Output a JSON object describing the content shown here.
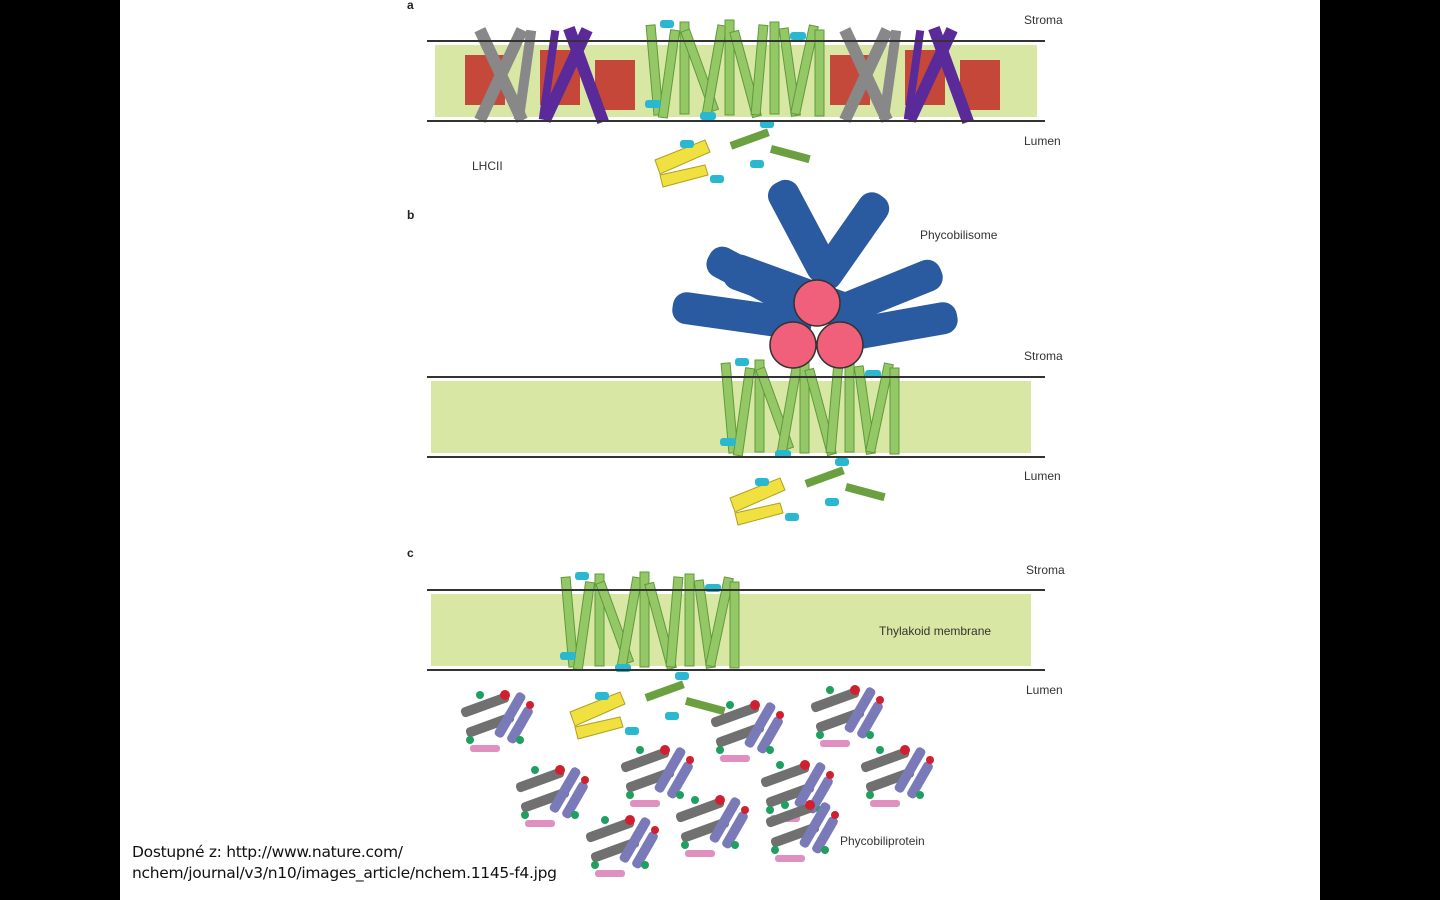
{
  "figure": {
    "panel_a": {
      "letter": "a",
      "stroma": "Stroma",
      "lumen": "Lumen",
      "complex": "LHCII"
    },
    "panel_b": {
      "letter": "b",
      "stroma": "Stroma",
      "lumen": "Lumen",
      "complex": "Phycobilisome"
    },
    "panel_c": {
      "letter": "c",
      "stroma": "Stroma",
      "lumen": "Lumen",
      "membrane": "Thylakoid membrane",
      "complex": "Phycobiliprotein"
    }
  },
  "caption": {
    "line1": "Dostupné z: http://www.nature.com/",
    "line2": "nchem/journal/v3/n10/images_article/nchem.1145-f4.jpg"
  },
  "colors": {
    "membrane": "#d8e8a4",
    "psii": "#8cc05a",
    "lhcii_gray": "#808080",
    "lhcii_purple": "#5a2a9a",
    "rods": "#2a5aa0",
    "core": "#f0607a"
  }
}
